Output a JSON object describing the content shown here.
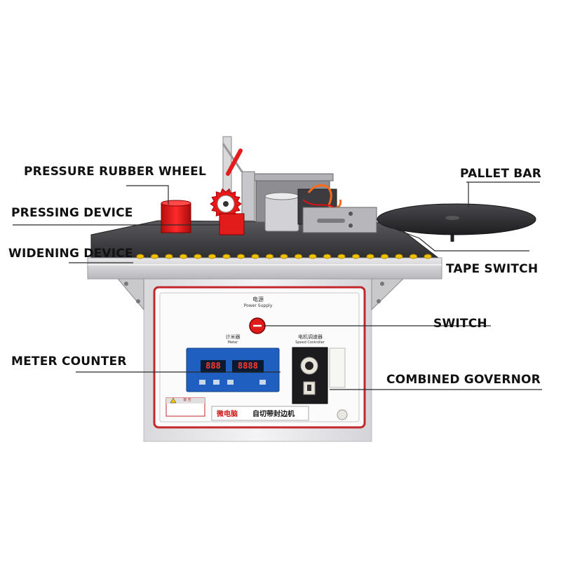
{
  "callouts": {
    "pressure_rubber_wheel": "PRESSURE RUBBER WHEEL",
    "pressing_device": "PRESSING DEVICE",
    "widening_device": "WIDENING DEVICE",
    "pallet_bar": "PALLET BAR",
    "tape_switch": "TAPE SWITCH",
    "switch": "SWITCH",
    "meter_counter": "METER COUNTER",
    "combined_governor": "COMBINED GOVERNOR"
  },
  "panel": {
    "power_cn": "电源",
    "power_en": "Power Supply",
    "meter_cn": "计米器",
    "meter_en": "Meter",
    "speed_cn": "电机调速器",
    "speed_en": "Speed Controller",
    "counter_left": "888",
    "counter_right": "8888",
    "brand_red": "微电脑",
    "brand_black": "自切带封边机",
    "warning_title": "警 告"
  },
  "colors": {
    "line": "#2b2b2b",
    "frame_red": "#c0282b",
    "cabinet": "#eeeeee",
    "table": "#3a3a3c",
    "roller": "#f2c200",
    "accent_red": "#e01b1b",
    "display_blue": "#1f5fc0",
    "digit_red": "#ff3b30"
  }
}
